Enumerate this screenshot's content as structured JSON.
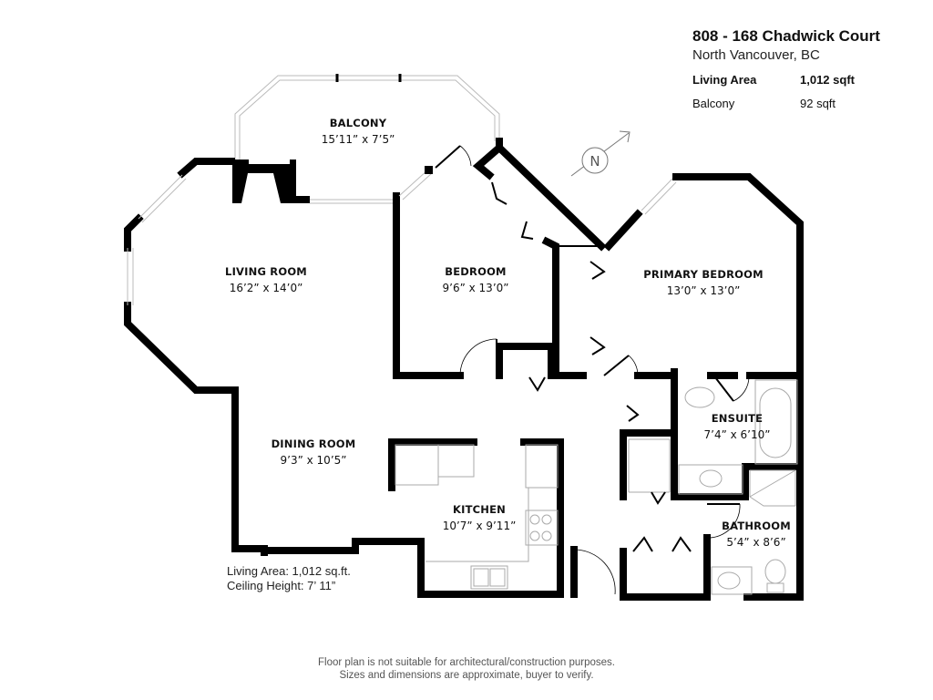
{
  "listing": {
    "address": "808 - 168 Chadwick Court",
    "city": "North Vancouver, BC",
    "living_area_label": "Living Area",
    "living_area_value": "1,012 sqft",
    "balcony_label": "Balcony",
    "balcony_value": "92 sqft"
  },
  "rooms": {
    "balcony": {
      "name": "BALCONY",
      "dims": "15’11” x 7’5”"
    },
    "living_room": {
      "name": "LIVING ROOM",
      "dims": "16’2” x 14’0”"
    },
    "bedroom": {
      "name": "BEDROOM",
      "dims": "9’6” x 13’0”"
    },
    "primary_bedroom": {
      "name": "PRIMARY BEDROOM",
      "dims": "13’0” x 13’0”"
    },
    "ensuite": {
      "name": "ENSUITE",
      "dims": "7’4” x 6’10”"
    },
    "dining_room": {
      "name": "DINING ROOM",
      "dims": "9’3” x 10’5”"
    },
    "kitchen": {
      "name": "KITCHEN",
      "dims": "10’7” x 9’11”"
    },
    "bathroom": {
      "name": "BATHROOM",
      "dims": "5’4” x 8’6”"
    }
  },
  "compass": {
    "label": "N"
  },
  "summary": {
    "living_area": "Living Area: 1,012 sq.ft.",
    "ceiling_height": "Ceiling Height: 7’ 11”"
  },
  "disclaimer": {
    "line1": "Floor plan is not suitable for architectural/construction purposes.",
    "line2": "Sizes and dimensions are approximate, buyer to verify."
  }
}
